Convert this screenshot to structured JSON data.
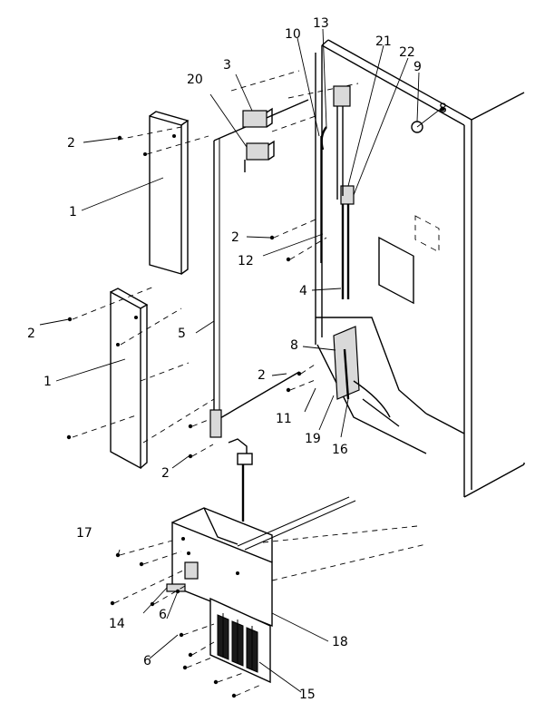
{
  "callouts": [
    {
      "id": "c1a",
      "text": "1"
    },
    {
      "id": "c1b",
      "text": "1"
    },
    {
      "id": "c2a",
      "text": "2"
    },
    {
      "id": "c2b",
      "text": "2"
    },
    {
      "id": "c2c",
      "text": "2"
    },
    {
      "id": "c2d",
      "text": "2"
    },
    {
      "id": "c2e",
      "text": "2"
    },
    {
      "id": "c3",
      "text": "3"
    },
    {
      "id": "c4",
      "text": "4"
    },
    {
      "id": "c5",
      "text": "5"
    },
    {
      "id": "c6a",
      "text": "6"
    },
    {
      "id": "c6b",
      "text": "6"
    },
    {
      "id": "c8a",
      "text": "8"
    },
    {
      "id": "c8b",
      "text": "8"
    },
    {
      "id": "c9",
      "text": "9"
    },
    {
      "id": "c10",
      "text": "10"
    },
    {
      "id": "c11",
      "text": "11"
    },
    {
      "id": "c12",
      "text": "12"
    },
    {
      "id": "c13",
      "text": "13"
    },
    {
      "id": "c14",
      "text": "14"
    },
    {
      "id": "c15",
      "text": "15"
    },
    {
      "id": "c16",
      "text": "16"
    },
    {
      "id": "c17",
      "text": "17"
    },
    {
      "id": "c18",
      "text": "18"
    },
    {
      "id": "c19",
      "text": "19"
    },
    {
      "id": "c20",
      "text": "20"
    },
    {
      "id": "c21",
      "text": "21"
    },
    {
      "id": "c22",
      "text": "22"
    }
  ]
}
